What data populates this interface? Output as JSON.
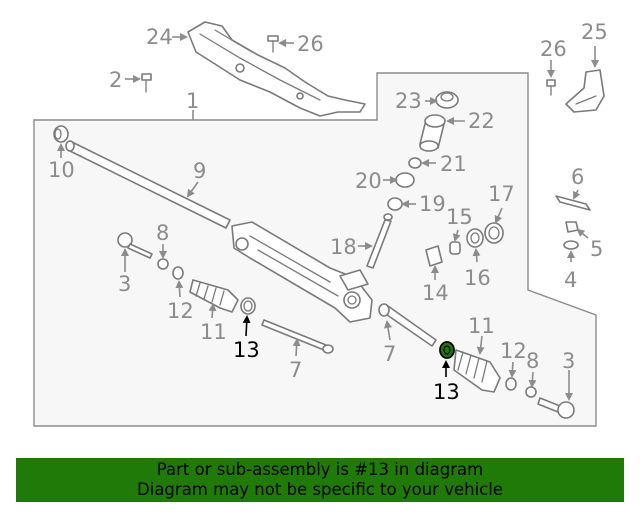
{
  "callouts": {
    "c1": "1",
    "c2": "2",
    "c3a": "3",
    "c3b": "3",
    "c4": "4",
    "c5": "5",
    "c6": "6",
    "c7a": "7",
    "c7b": "7",
    "c8a": "8",
    "c8b": "8",
    "c9": "9",
    "c10": "10",
    "c11a": "11",
    "c11b": "11",
    "c12a": "12",
    "c12b": "12",
    "c13a": "13",
    "c13b": "13",
    "c14": "14",
    "c15": "15",
    "c16": "16",
    "c17": "17",
    "c18": "18",
    "c19": "19",
    "c20": "20",
    "c21": "21",
    "c22": "22",
    "c23": "23",
    "c24": "24",
    "c25": "25",
    "c26a": "26",
    "c26b": "26"
  },
  "highlight_color": "#1f7a08",
  "banner": {
    "line1": "Part or sub-assembly is #13 in diagram",
    "line2": "Diagram may not be specific to your vehicle"
  }
}
